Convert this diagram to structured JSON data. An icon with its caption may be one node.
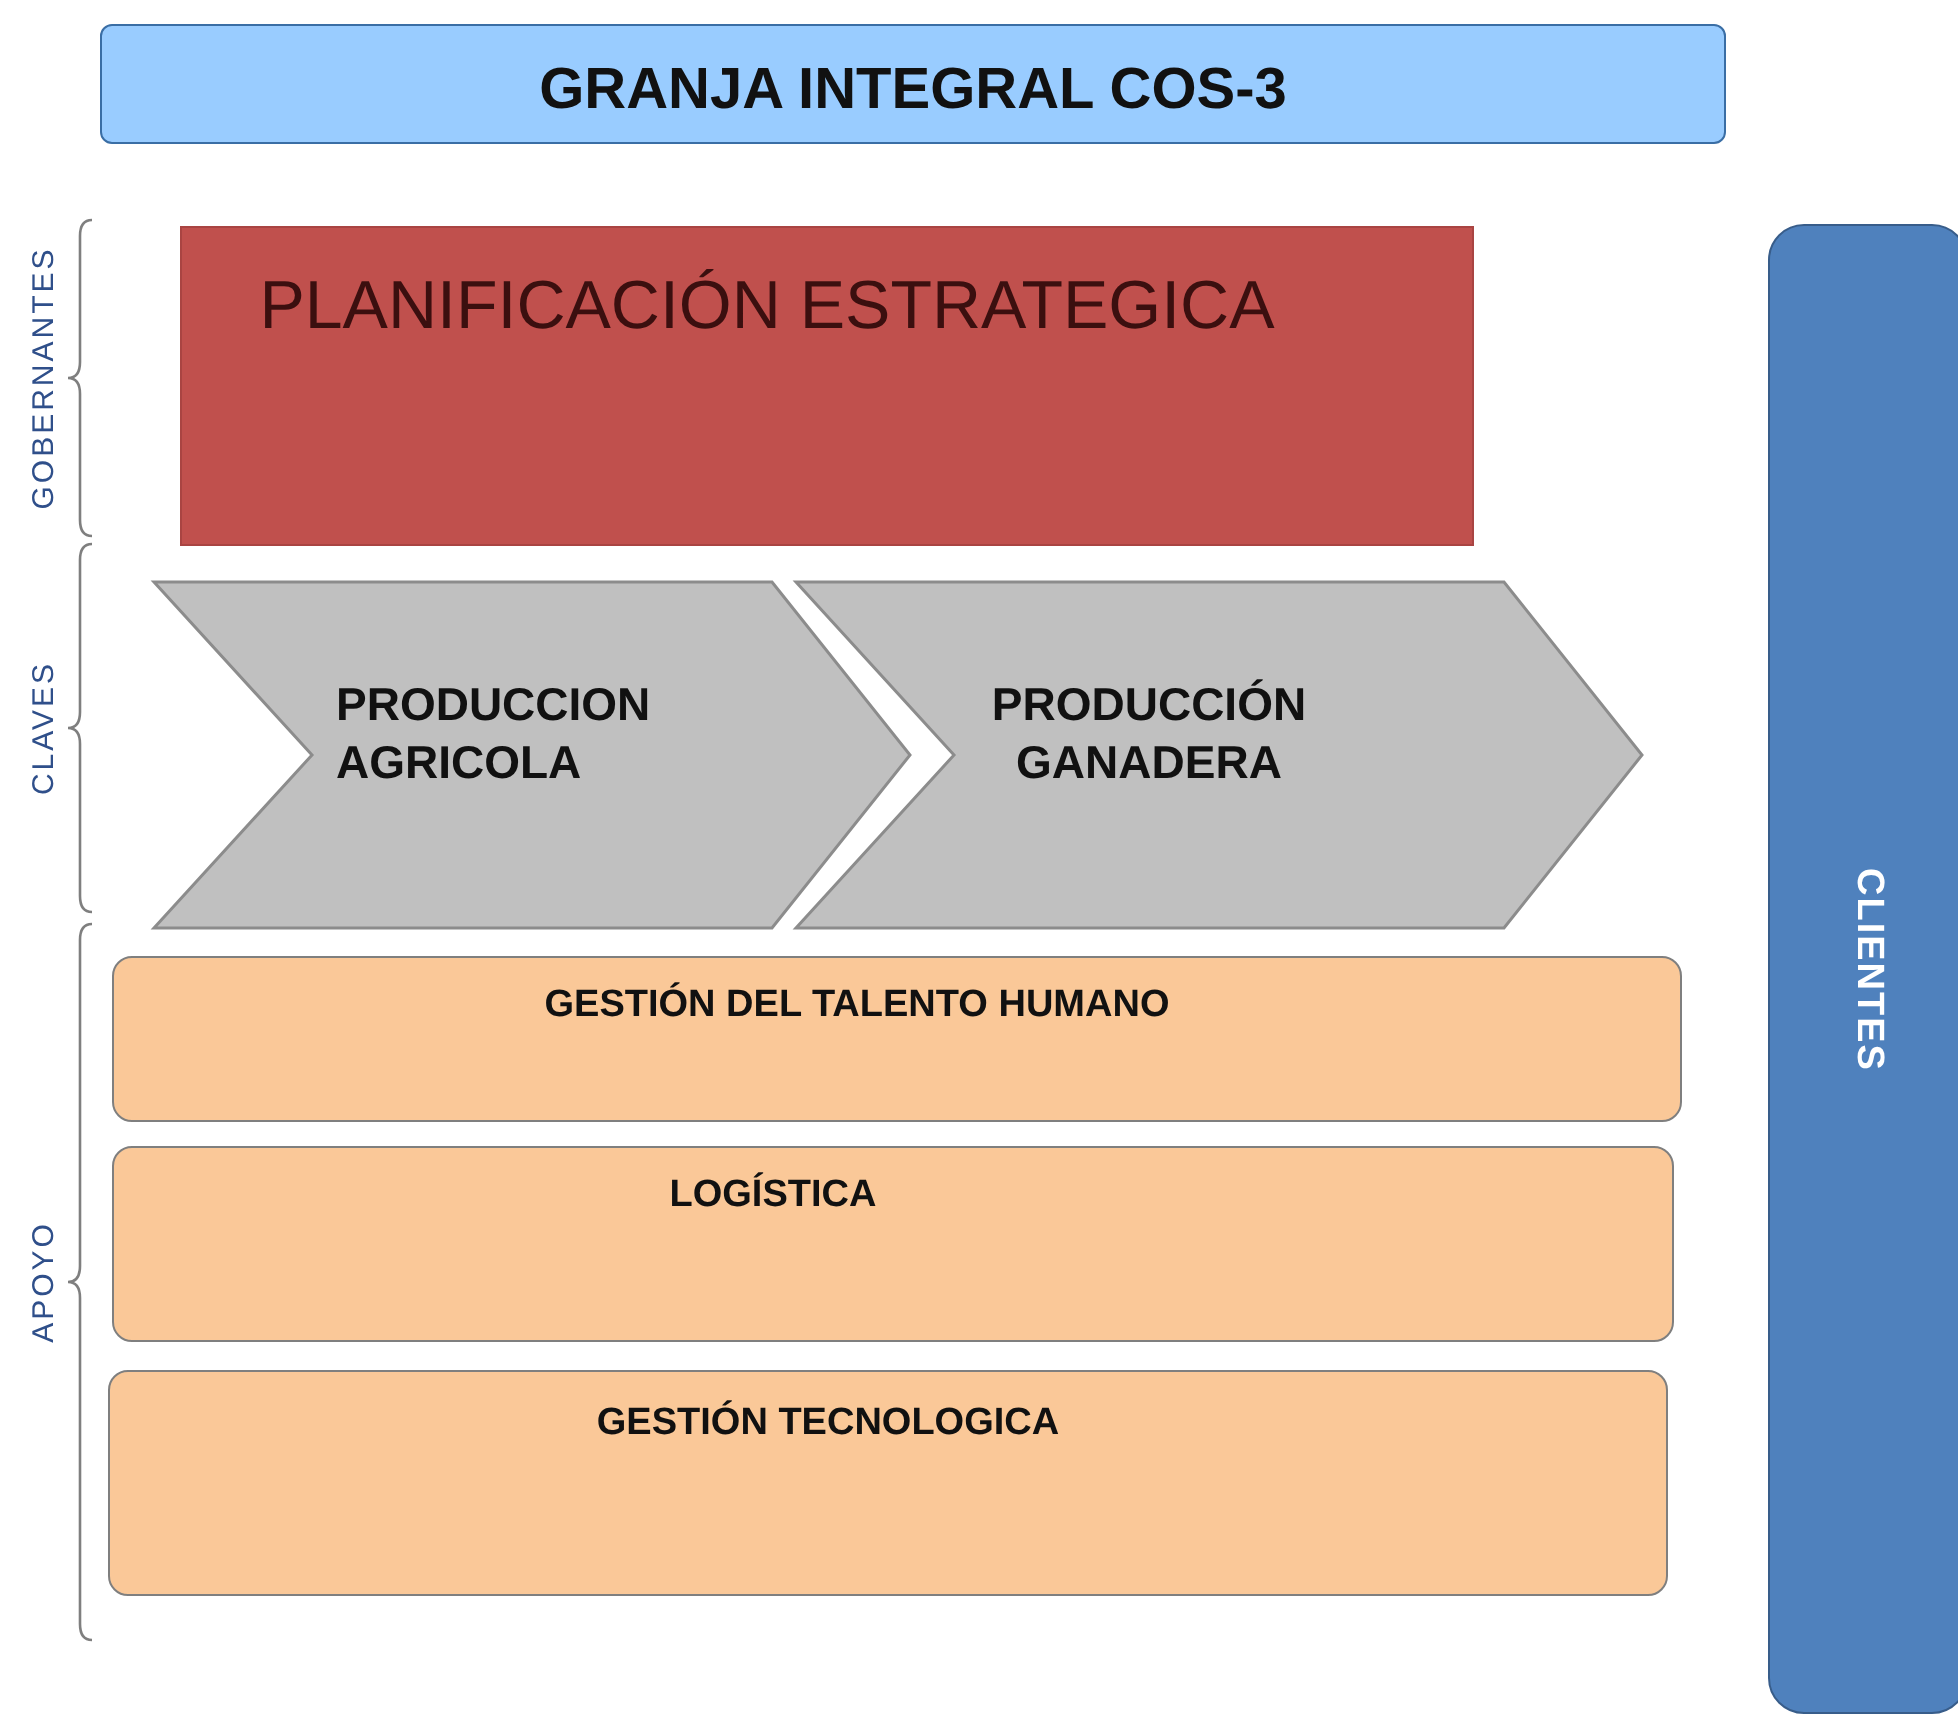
{
  "diagram": {
    "nodes": [
      {
        "text": [
          "GRANJA INTEGRAL COS-3"
        ]
      },
      {
        "text": [
          "PLANIFICACIÓN ESTRATEGICA"
        ]
      },
      {
        "text": [
          "PRODUCCION AGRICOLA"
        ]
      },
      {
        "text": [
          "PRODUCCIÓN GANADERA"
        ]
      },
      {
        "text": [
          "GESTIÓN DEL TALENTO HUMANO"
        ]
      },
      {
        "text": [
          "LOGÍSTICA"
        ]
      },
      {
        "text": [
          "GESTIÓN TECNOLOGICA"
        ]
      },
      {
        "text": [
          "CLIENTES"
        ]
      }
    ],
    "edges": [],
    "labels": [
      "GOBERNANTES",
      "CLAVES",
      "APOYO"
    ]
  }
}
